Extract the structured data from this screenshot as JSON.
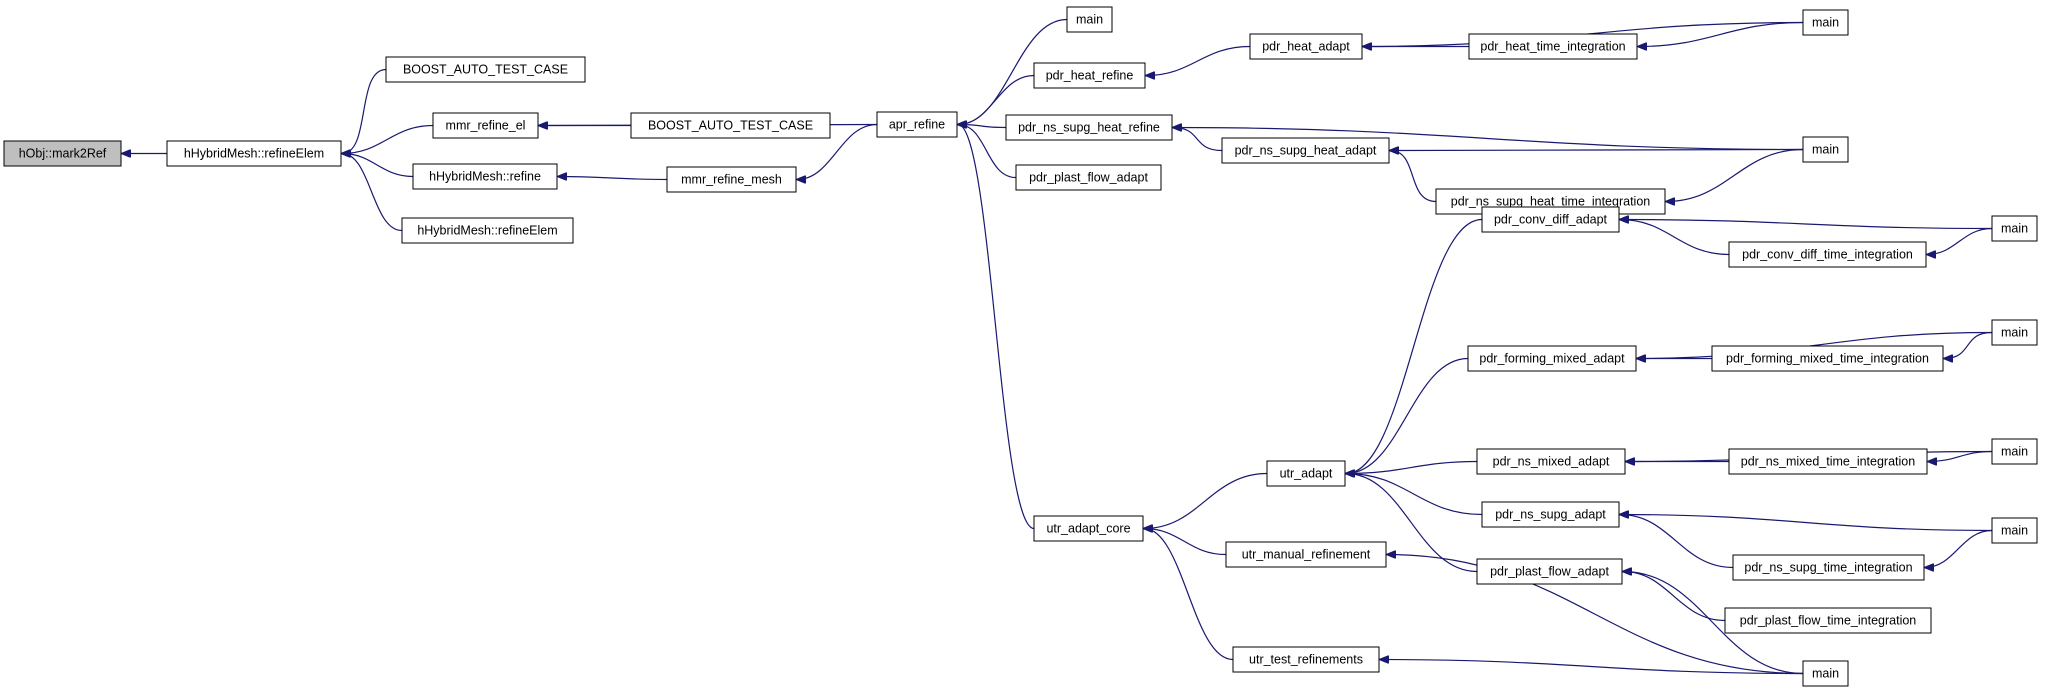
{
  "nodes": [
    {
      "id": "n_mark2ref",
      "label": "hObj::mark2Ref",
      "root": true
    },
    {
      "id": "n_refineElem",
      "label": "hHybridMesh::refineElem"
    },
    {
      "id": "n_boost1",
      "label": "BOOST_AUTO_TEST_CASE"
    },
    {
      "id": "n_mmr_refine_el",
      "label": "mmr_refine_el"
    },
    {
      "id": "n_boost2",
      "label": "BOOST_AUTO_TEST_CASE"
    },
    {
      "id": "n_hm_refine",
      "label": "hHybridMesh::refine"
    },
    {
      "id": "n_mmr_refine_mesh",
      "label": "mmr_refine_mesh"
    },
    {
      "id": "n_hm_refineElem2",
      "label": "hHybridMesh::refineElem"
    },
    {
      "id": "n_apr_refine",
      "label": "apr_refine"
    },
    {
      "id": "n_main_a",
      "label": "main"
    },
    {
      "id": "n_pdr_heat_refine",
      "label": "pdr_heat_refine"
    },
    {
      "id": "n_pdr_heat_adapt",
      "label": "pdr_heat_adapt"
    },
    {
      "id": "n_pdr_heat_ti",
      "label": "pdr_heat_time_integration"
    },
    {
      "id": "n_main_b",
      "label": "main"
    },
    {
      "id": "n_pdr_ns_supg_heat_refine",
      "label": "pdr_ns_supg_heat_refine"
    },
    {
      "id": "n_pdr_ns_supg_heat_adapt",
      "label": "pdr_ns_supg_heat_adapt"
    },
    {
      "id": "n_pdr_ns_supg_heat_ti",
      "label": "pdr_ns_supg_heat_time_integration"
    },
    {
      "id": "n_main_c",
      "label": "main"
    },
    {
      "id": "n_pdr_plast_flow_adapt_top",
      "label": "pdr_plast_flow_adapt"
    },
    {
      "id": "n_utr_adapt_core",
      "label": "utr_adapt_core"
    },
    {
      "id": "n_utr_adapt",
      "label": "utr_adapt"
    },
    {
      "id": "n_utr_manual",
      "label": "utr_manual_refinement"
    },
    {
      "id": "n_utr_test",
      "label": "utr_test_refinements"
    },
    {
      "id": "n_pdr_conv_diff_adapt",
      "label": "pdr_conv_diff_adapt"
    },
    {
      "id": "n_pdr_conv_diff_ti",
      "label": "pdr_conv_diff_time_integration"
    },
    {
      "id": "n_main_d",
      "label": "main"
    },
    {
      "id": "n_pdr_forming_adapt",
      "label": "pdr_forming_mixed_adapt"
    },
    {
      "id": "n_pdr_forming_ti",
      "label": "pdr_forming_mixed_time_integration"
    },
    {
      "id": "n_main_e",
      "label": "main"
    },
    {
      "id": "n_pdr_ns_mixed_adapt",
      "label": "pdr_ns_mixed_adapt"
    },
    {
      "id": "n_pdr_ns_mixed_ti",
      "label": "pdr_ns_mixed_time_integration"
    },
    {
      "id": "n_main_f",
      "label": "main"
    },
    {
      "id": "n_pdr_ns_supg_adapt",
      "label": "pdr_ns_supg_adapt"
    },
    {
      "id": "n_pdr_ns_supg_ti",
      "label": "pdr_ns_supg_time_integration"
    },
    {
      "id": "n_main_g",
      "label": "main"
    },
    {
      "id": "n_pdr_plast_flow_adapt_bot",
      "label": "pdr_plast_flow_adapt"
    },
    {
      "id": "n_pdr_plast_flow_ti",
      "label": "pdr_plast_flow_time_integration"
    },
    {
      "id": "n_main_h",
      "label": "main"
    }
  ],
  "edges": [
    {
      "from": "n_mark2ref",
      "to": "n_refineElem"
    },
    {
      "from": "n_refineElem",
      "to": "n_boost1"
    },
    {
      "from": "n_refineElem",
      "to": "n_mmr_refine_el"
    },
    {
      "from": "n_refineElem",
      "to": "n_hm_refine"
    },
    {
      "from": "n_refineElem",
      "to": "n_hm_refineElem2"
    },
    {
      "from": "n_mmr_refine_el",
      "to": "n_apr_refine"
    },
    {
      "from": "n_mmr_refine_el",
      "to": "n_boost2"
    },
    {
      "from": "n_hm_refine",
      "to": "n_mmr_refine_mesh"
    },
    {
      "from": "n_mmr_refine_mesh",
      "to": "n_apr_refine"
    },
    {
      "from": "n_apr_refine",
      "to": "n_main_a"
    },
    {
      "from": "n_apr_refine",
      "to": "n_pdr_heat_refine"
    },
    {
      "from": "n_apr_refine",
      "to": "n_pdr_ns_supg_heat_refine"
    },
    {
      "from": "n_apr_refine",
      "to": "n_pdr_plast_flow_adapt_top"
    },
    {
      "from": "n_apr_refine",
      "to": "n_utr_adapt_core"
    },
    {
      "from": "n_pdr_heat_refine",
      "to": "n_pdr_heat_adapt"
    },
    {
      "from": "n_pdr_heat_adapt",
      "to": "n_main_b"
    },
    {
      "from": "n_pdr_heat_adapt",
      "to": "n_pdr_heat_ti"
    },
    {
      "from": "n_pdr_heat_ti",
      "to": "n_main_b"
    },
    {
      "from": "n_pdr_ns_supg_heat_refine",
      "to": "n_main_c"
    },
    {
      "from": "n_pdr_ns_supg_heat_refine",
      "to": "n_pdr_ns_supg_heat_adapt"
    },
    {
      "from": "n_pdr_ns_supg_heat_adapt",
      "to": "n_main_c"
    },
    {
      "from": "n_pdr_ns_supg_heat_adapt",
      "to": "n_pdr_ns_supg_heat_ti"
    },
    {
      "from": "n_pdr_ns_supg_heat_ti",
      "to": "n_main_c"
    },
    {
      "from": "n_utr_adapt_core",
      "to": "n_utr_adapt"
    },
    {
      "from": "n_utr_adapt_core",
      "to": "n_utr_manual"
    },
    {
      "from": "n_utr_adapt_core",
      "to": "n_utr_test"
    },
    {
      "from": "n_utr_adapt",
      "to": "n_pdr_conv_diff_adapt"
    },
    {
      "from": "n_utr_adapt",
      "to": "n_pdr_forming_adapt"
    },
    {
      "from": "n_utr_adapt",
      "to": "n_pdr_ns_mixed_adapt"
    },
    {
      "from": "n_utr_adapt",
      "to": "n_pdr_ns_supg_adapt"
    },
    {
      "from": "n_utr_adapt",
      "to": "n_pdr_plast_flow_adapt_bot"
    },
    {
      "from": "n_pdr_conv_diff_adapt",
      "to": "n_main_d"
    },
    {
      "from": "n_pdr_conv_diff_adapt",
      "to": "n_pdr_conv_diff_ti"
    },
    {
      "from": "n_pdr_conv_diff_ti",
      "to": "n_main_d"
    },
    {
      "from": "n_pdr_forming_adapt",
      "to": "n_main_e"
    },
    {
      "from": "n_pdr_forming_adapt",
      "to": "n_pdr_forming_ti"
    },
    {
      "from": "n_pdr_forming_ti",
      "to": "n_main_e"
    },
    {
      "from": "n_pdr_ns_mixed_adapt",
      "to": "n_main_f"
    },
    {
      "from": "n_pdr_ns_mixed_adapt",
      "to": "n_pdr_ns_mixed_ti"
    },
    {
      "from": "n_pdr_ns_mixed_ti",
      "to": "n_main_f"
    },
    {
      "from": "n_pdr_ns_supg_adapt",
      "to": "n_main_g"
    },
    {
      "from": "n_pdr_ns_supg_adapt",
      "to": "n_pdr_ns_supg_ti"
    },
    {
      "from": "n_pdr_ns_supg_ti",
      "to": "n_main_g"
    },
    {
      "from": "n_pdr_plast_flow_adapt_bot",
      "to": "n_main_h"
    },
    {
      "from": "n_pdr_plast_flow_adapt_bot",
      "to": "n_pdr_plast_flow_ti"
    },
    {
      "from": "n_utr_manual",
      "to": "n_main_h"
    },
    {
      "from": "n_utr_test",
      "to": "n_main_h"
    }
  ]
}
